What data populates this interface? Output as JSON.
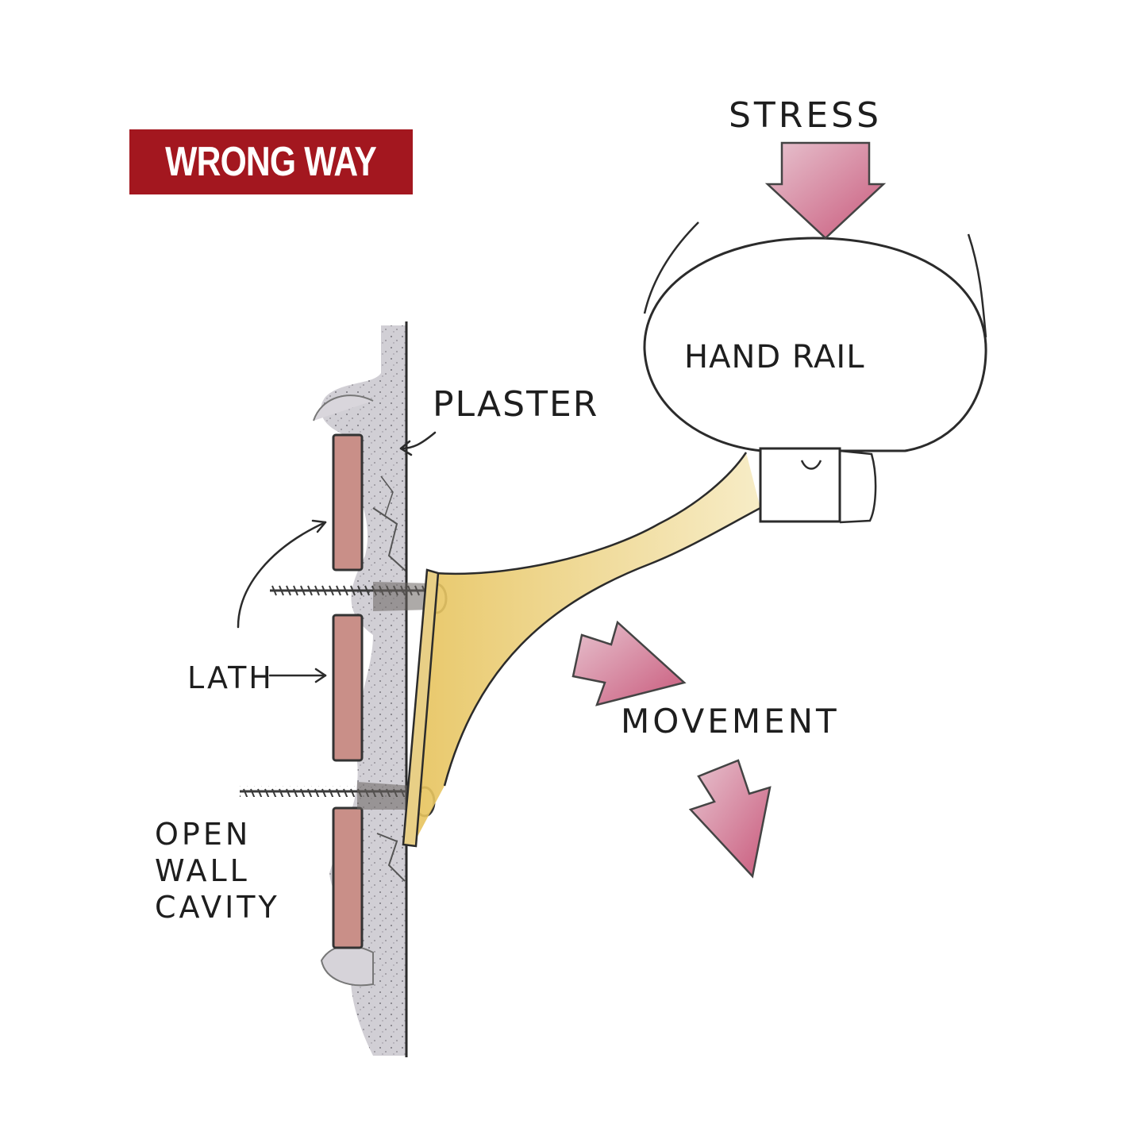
{
  "badge": {
    "text": "WRONG WAY",
    "color": "#a3171f"
  },
  "labels": {
    "stress": "STRESS",
    "handrail": "HAND RAIL",
    "plaster": "PLASTER",
    "lath": "LATH",
    "movement": "MOVEMENT",
    "open_wall_cavity": [
      "OPEN",
      "WALL",
      "CAVITY"
    ]
  },
  "colors": {
    "arrow_fill": "#c76a88",
    "lath_fill": "#c98f88",
    "plaster_fill": "#c9c6cc",
    "bracket_fill": "#ecd27e",
    "line": "#2b2b2b"
  }
}
